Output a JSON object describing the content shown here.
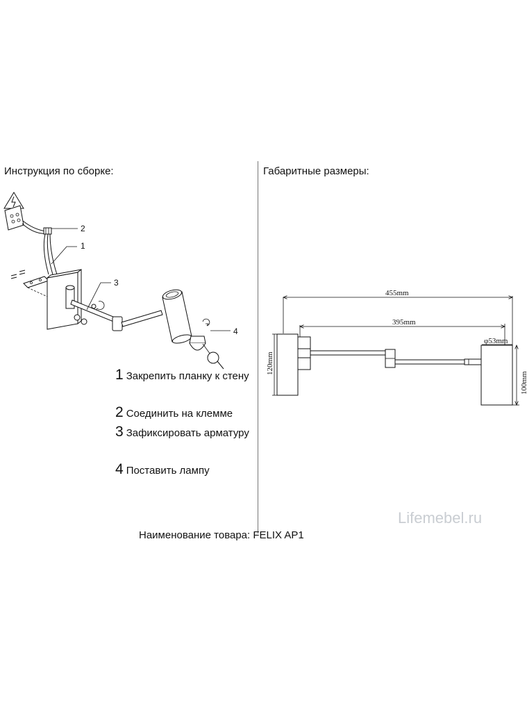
{
  "assembly_section": {
    "heading": "Инструкция по сборке:",
    "callouts": [
      "1",
      "2",
      "3",
      "4"
    ],
    "steps": [
      {
        "number": "1",
        "text": "Закрепить планку к стену"
      },
      {
        "number": "2",
        "text": "Соединить на клемме"
      },
      {
        "number": "3",
        "text": "Зафиксировать арматуру"
      },
      {
        "number": "4",
        "text": "Поставить лампу"
      }
    ]
  },
  "dimensions_section": {
    "heading": "Габаритные размеры:",
    "total_length": "455mm",
    "arm_length": "395mm",
    "shade_diameter": "φ53mm",
    "base_height": "120mm",
    "shade_height": "100mm"
  },
  "product": {
    "label": "Наименование товара: FELIX AP1"
  },
  "watermark": "Lifemebel.ru",
  "icons": [
    "warning-triangle-icon",
    "bulb-icon"
  ]
}
